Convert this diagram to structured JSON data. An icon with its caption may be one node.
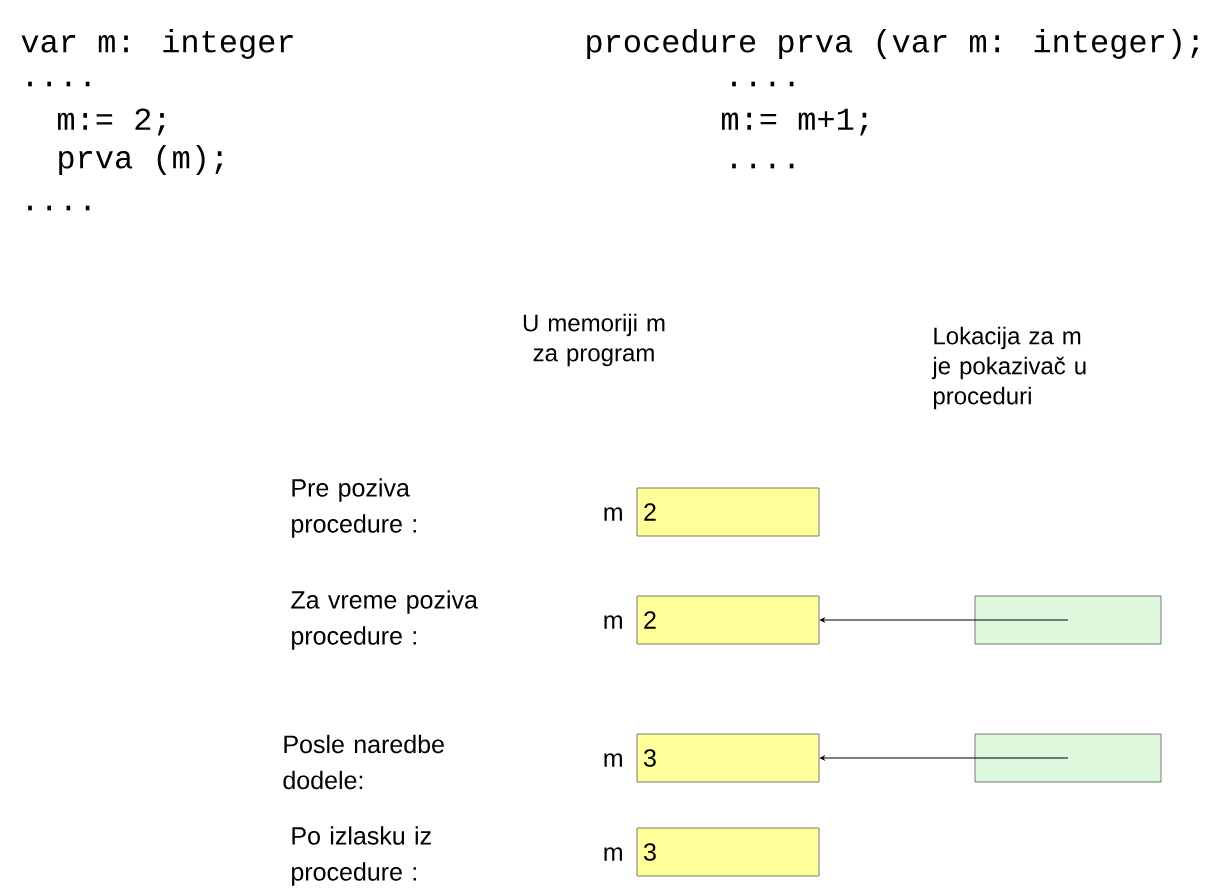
{
  "diagram": {
    "nodes": [
      {
        "text": [
          "2"
        ],
        "beside": [
          "m"
        ]
      },
      {
        "text": [
          "2"
        ],
        "beside": [
          "m"
        ]
      },
      {
        "text": [],
        "shape": "box"
      },
      {
        "text": [
          "3"
        ],
        "beside": [
          "m"
        ]
      },
      {
        "text": [],
        "shape": "box"
      },
      {
        "text": [
          "3"
        ],
        "beside": [
          "m"
        ]
      }
    ],
    "edges": [
      {
        "from": 2,
        "to": 1,
        "arrow": "to"
      },
      {
        "from": 4,
        "to": 3,
        "arrow": "to"
      }
    ],
    "labels": [
      "var m: integer",
      "procedure prva (var m: integer);",
      "....",
      "....",
      "m:= 2;",
      "m:= m+1;",
      "prva (m);",
      "....",
      "....",
      "U memoriji m za program",
      "Lokacija za m je pokazivač u proceduri",
      "Pre poziva procedure :",
      "Za vreme poziva procedure :",
      "Posle naredbe dodele:",
      "Po izlasku iz procedure :"
    ]
  }
}
